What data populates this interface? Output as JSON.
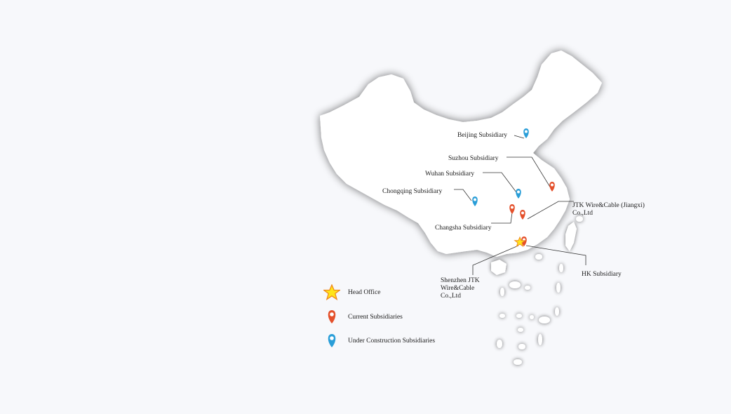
{
  "map": {
    "land_color": "#ffffff",
    "shadow_color": "#8a8a8a",
    "background_color": "#f7f8fb"
  },
  "colors": {
    "current": "#e4502b",
    "under_construction": "#2a9ed8",
    "head_office_fill": "#ffe51a",
    "head_office_stroke": "#f08a1c",
    "leader_line": "#333333"
  },
  "labels": {
    "beijing": "Beijing Subsidiary",
    "suzhou": "Suzhou Subsidiary",
    "wuhan": "Wuhan Subsidiary",
    "chongqing": "Chongqing Subsidiary",
    "changsha": "Changsha Subsidiary",
    "jiangxi": "JTK Wire&Cable (Jiangxi) Co.,Ltd",
    "shenzhen": "Shenzhen JTK Wire&Cable Co.,Ltd",
    "hk": "HK Subsidiary"
  },
  "legend": {
    "head_office": "Head Office",
    "current": "Current Subsidiaries",
    "under_construction": "Under Construction Subsidiaries",
    "icons": [
      "star-icon",
      "red-pin-icon",
      "blue-pin-icon"
    ]
  },
  "markers": [
    {
      "name": "beijing",
      "type": "under_construction"
    },
    {
      "name": "suzhou",
      "type": "current"
    },
    {
      "name": "wuhan",
      "type": "under_construction"
    },
    {
      "name": "chongqing",
      "type": "under_construction"
    },
    {
      "name": "changsha",
      "type": "current"
    },
    {
      "name": "jiangxi",
      "type": "current"
    },
    {
      "name": "shenzhen",
      "type": "head_office"
    },
    {
      "name": "hk",
      "type": "current"
    }
  ]
}
